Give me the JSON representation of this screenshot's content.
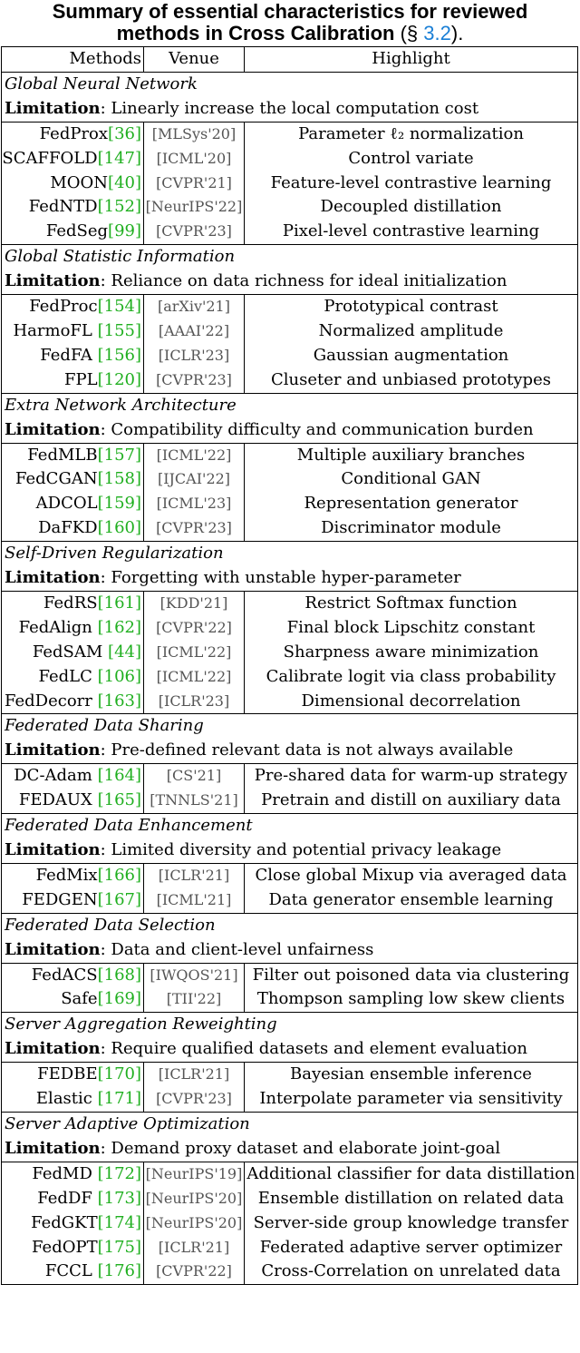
{
  "title": {
    "line1": "Summary of essential characteristics for reviewed",
    "line2": "methods in Cross Calibration",
    "ref_prefix": "(§ ",
    "ref_num": "3.2",
    "ref_suffix": ")."
  },
  "headers": {
    "methods": "Methods",
    "venue": "Venue",
    "highlight": "Highlight"
  },
  "limitation_label": "Limitation",
  "groups": [
    {
      "name": "Global Neural Network",
      "limitation": ": Linearly increase the local computation cost",
      "rows": [
        {
          "method": "FedProx",
          "cite": "[36]",
          "venue": "[MLSys'20]",
          "highlight": "Parameter ℓ₂ normalization"
        },
        {
          "method": "SCAFFOLD",
          "cite": "[147]",
          "venue": "[ICML'20]",
          "highlight": "Control variate"
        },
        {
          "method": "MOON",
          "cite": "[40]",
          "venue": "[CVPR'21]",
          "highlight": "Feature-level contrastive learning"
        },
        {
          "method": "FedNTD",
          "cite": "[152]",
          "venue": "[NeurIPS'22]",
          "highlight": "Decoupled distillation"
        },
        {
          "method": "FedSeg",
          "cite": "[99]",
          "venue": "[CVPR'23]",
          "highlight": "Pixel-level contrastive learning"
        }
      ]
    },
    {
      "name": "Global Statistic Information",
      "limitation": ": Reliance on data richness for ideal initialization",
      "rows": [
        {
          "method": "FedProc",
          "cite": "[154]",
          "venue": "[arXiv'21]",
          "highlight": "Prototypical contrast"
        },
        {
          "method": "HarmoFL ",
          "cite": "[155]",
          "venue": "[AAAI'22]",
          "highlight": "Normalized amplitude"
        },
        {
          "method": "FedFA ",
          "cite": "[156]",
          "venue": "[ICLR'23]",
          "highlight": "Gaussian augmentation"
        },
        {
          "method": "FPL",
          "cite": "[120]",
          "venue": "[CVPR'23]",
          "highlight": "Cluseter and unbiased prototypes"
        }
      ]
    },
    {
      "name": "Extra Network Architecture",
      "limitation": ": Compatibility difficulty and communication burden",
      "rows": [
        {
          "method": "FedMLB",
          "cite": "[157]",
          "venue": "[ICML'22]",
          "highlight": "Multiple auxiliary branches"
        },
        {
          "method": "FedCGAN",
          "cite": "[158]",
          "venue": "[IJCAI'22]",
          "highlight": "Conditional GAN"
        },
        {
          "method": "ADCOL",
          "cite": "[159]",
          "venue": "[ICML'23]",
          "highlight": "Representation generator"
        },
        {
          "method": "DaFKD",
          "cite": "[160]",
          "venue": "[CVPR'23]",
          "highlight": "Discriminator module"
        }
      ]
    },
    {
      "name": "Self-Driven Regularization",
      "limitation": ": Forgetting with unstable hyper-parameter",
      "rows": [
        {
          "method": "FedRS",
          "cite": "[161]",
          "venue": "[KDD'21]",
          "highlight": "Restrict Softmax function"
        },
        {
          "method": "FedAlign ",
          "cite": "[162]",
          "venue": "[CVPR'22]",
          "highlight": "Final block Lipschitz constant"
        },
        {
          "method": "FedSAM ",
          "cite": "[44]",
          "venue": "[ICML'22]",
          "highlight": "Sharpness aware minimization"
        },
        {
          "method": "FedLC ",
          "cite": "[106]",
          "venue": "[ICML'22]",
          "highlight": "Calibrate logit via class probability"
        },
        {
          "method": "FedDecorr ",
          "cite": "[163]",
          "venue": "[ICLR'23]",
          "highlight": "Dimensional decorrelation"
        }
      ]
    },
    {
      "name": "Federated Data Sharing",
      "limitation": ": Pre-defined relevant data is not always available",
      "rows": [
        {
          "method": "DC-Adam ",
          "cite": "[164]",
          "venue": "[CS'21]",
          "highlight": "Pre-shared data for warm-up strategy"
        },
        {
          "method": "FEDAUX ",
          "cite": "[165]",
          "venue": "[TNNLS'21]",
          "highlight": "Pretrain and distill on auxiliary data"
        }
      ]
    },
    {
      "name": "Federated Data Enhancement",
      "limitation": ": Limited diversity and potential privacy leakage",
      "rows": [
        {
          "method": "FedMix",
          "cite": "[166]",
          "venue": "[ICLR'21]",
          "highlight": "Close global Mixup via averaged data"
        },
        {
          "method": "FEDGEN",
          "cite": "[167]",
          "venue": "[ICML'21]",
          "highlight": "Data generator ensemble learning"
        }
      ]
    },
    {
      "name": "Federated Data Selection",
      "limitation": ": Data and client-level unfairness",
      "rows": [
        {
          "method": "FedACS",
          "cite": "[168]",
          "venue": "[IWQOS'21]",
          "highlight": "Filter out poisoned data via clustering"
        },
        {
          "method": "Safe",
          "cite": "[169]",
          "venue": "[TII'22]",
          "highlight": "Thompson sampling low skew clients"
        }
      ]
    },
    {
      "name": "Server Aggregation Reweighting",
      "limitation": ": Require qualified datasets and element evaluation",
      "rows": [
        {
          "method": "FEDBE",
          "cite": "[170]",
          "venue": "[ICLR'21]",
          "highlight": "Bayesian ensemble inference"
        },
        {
          "method": "Elastic ",
          "cite": "[171]",
          "venue": "[CVPR'23]",
          "highlight": "Interpolate parameter via sensitivity"
        }
      ]
    },
    {
      "name": "Server Adaptive Optimization",
      "limitation": ": Demand proxy dataset and elaborate joint-goal",
      "rows": [
        {
          "method": "FedMD ",
          "cite": "[172]",
          "venue": "[NeurIPS'19]",
          "highlight": "Additional classifier for data distillation"
        },
        {
          "method": "FedDF ",
          "cite": "[173]",
          "venue": "[NeurIPS'20]",
          "highlight": "Ensemble distillation on related data"
        },
        {
          "method": "FedGKT",
          "cite": "[174]",
          "venue": "[NeurIPS'20]",
          "highlight": "Server-side group knowledge transfer"
        },
        {
          "method": "FedOPT",
          "cite": "[175]",
          "venue": "[ICLR'21]",
          "highlight": "Federated adaptive server optimizer"
        },
        {
          "method": "FCCL ",
          "cite": "[176]",
          "venue": "[CVPR'22]",
          "highlight": "Cross-Correlation on unrelated data"
        }
      ]
    }
  ]
}
